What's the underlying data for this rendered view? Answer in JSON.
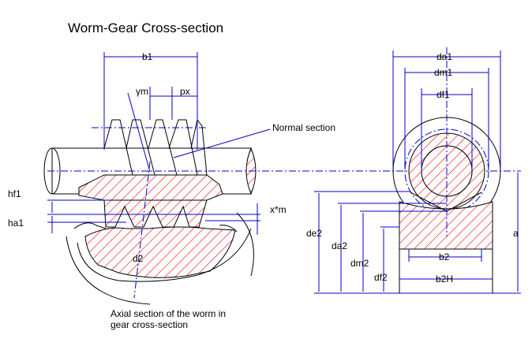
{
  "title": "Worm-Gear Cross-section",
  "labels": {
    "b1": "b1",
    "gamma_m": "γm",
    "px": "px",
    "normal_section": "Normal section",
    "hf1": "hf1",
    "ha1": "ha1",
    "x_m": "x*m",
    "d2": "d2",
    "da1": "da1",
    "dm1": "dm1",
    "df1": "df1",
    "de2": "de2",
    "da2": "da2",
    "dm2": "dm2",
    "df2": "df2",
    "b2": "b2",
    "b2H": "b2H",
    "a": "a"
  },
  "caption": {
    "line1": "Axial section of the worm in",
    "line2": "gear cross-section"
  },
  "colors": {
    "outline": "#000000",
    "dimension": "#0000cc",
    "hatch": "#ff0000"
  }
}
